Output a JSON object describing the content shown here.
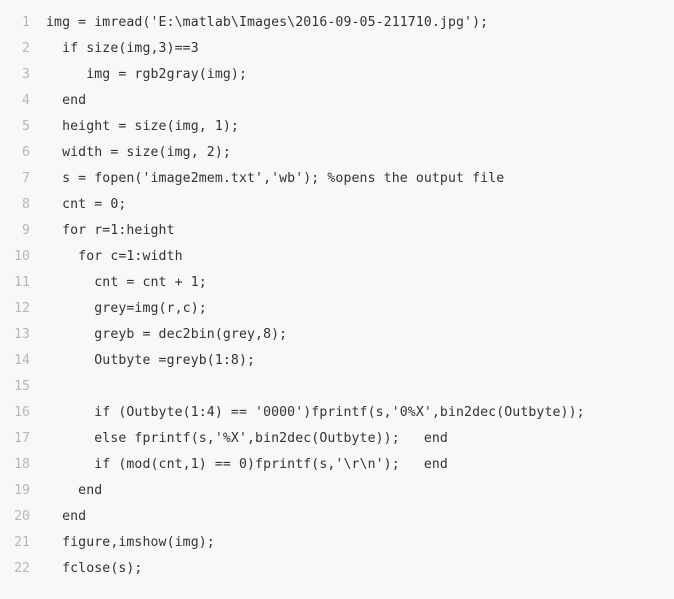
{
  "code_block": {
    "lines": [
      {
        "number": "1",
        "text": "img = imread('E:\\matlab\\Images\\2016-09-05-211710.jpg');"
      },
      {
        "number": "2",
        "text": "  if size(img,3)==3"
      },
      {
        "number": "3",
        "text": "     img = rgb2gray(img);"
      },
      {
        "number": "4",
        "text": "  end"
      },
      {
        "number": "5",
        "text": "  height = size(img, 1);"
      },
      {
        "number": "6",
        "text": "  width = size(img, 2);"
      },
      {
        "number": "7",
        "text": "  s = fopen('image2mem.txt','wb'); %opens the output file"
      },
      {
        "number": "8",
        "text": "  cnt = 0;"
      },
      {
        "number": "9",
        "text": "  for r=1:height"
      },
      {
        "number": "10",
        "text": "    for c=1:width"
      },
      {
        "number": "11",
        "text": "      cnt = cnt + 1;"
      },
      {
        "number": "12",
        "text": "      grey=img(r,c);"
      },
      {
        "number": "13",
        "text": "      greyb = dec2bin(grey,8);"
      },
      {
        "number": "14",
        "text": "      Outbyte =greyb(1:8);"
      },
      {
        "number": "15",
        "text": ""
      },
      {
        "number": "16",
        "text": "      if (Outbyte(1:4) == '0000')fprintf(s,'0%X',bin2dec(Outbyte));"
      },
      {
        "number": "17",
        "text": "      else fprintf(s,'%X',bin2dec(Outbyte));   end"
      },
      {
        "number": "18",
        "text": "      if (mod(cnt,1) == 0)fprintf(s,'\\r\\n');   end"
      },
      {
        "number": "19",
        "text": "    end"
      },
      {
        "number": "20",
        "text": "  end"
      },
      {
        "number": "21",
        "text": "  figure,imshow(img);"
      },
      {
        "number": "22",
        "text": "  fclose(s);"
      }
    ]
  }
}
